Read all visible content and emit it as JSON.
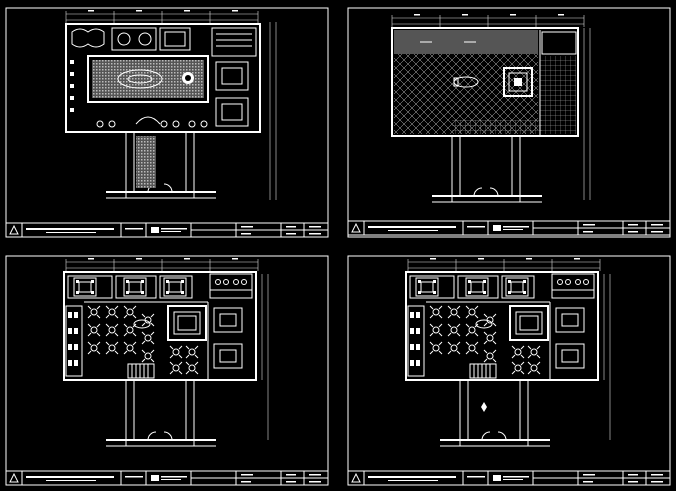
{
  "sheets": [
    {
      "id": "sheet-1",
      "kind": "ceiling-plan"
    },
    {
      "id": "sheet-2",
      "kind": "floor-pattern-plan"
    },
    {
      "id": "sheet-3",
      "kind": "furniture-plan"
    },
    {
      "id": "sheet-4",
      "kind": "furniture-plan-alt"
    }
  ],
  "colors": {
    "background": "#000000",
    "lines": "#ffffff",
    "fill_dark": "#555555"
  }
}
